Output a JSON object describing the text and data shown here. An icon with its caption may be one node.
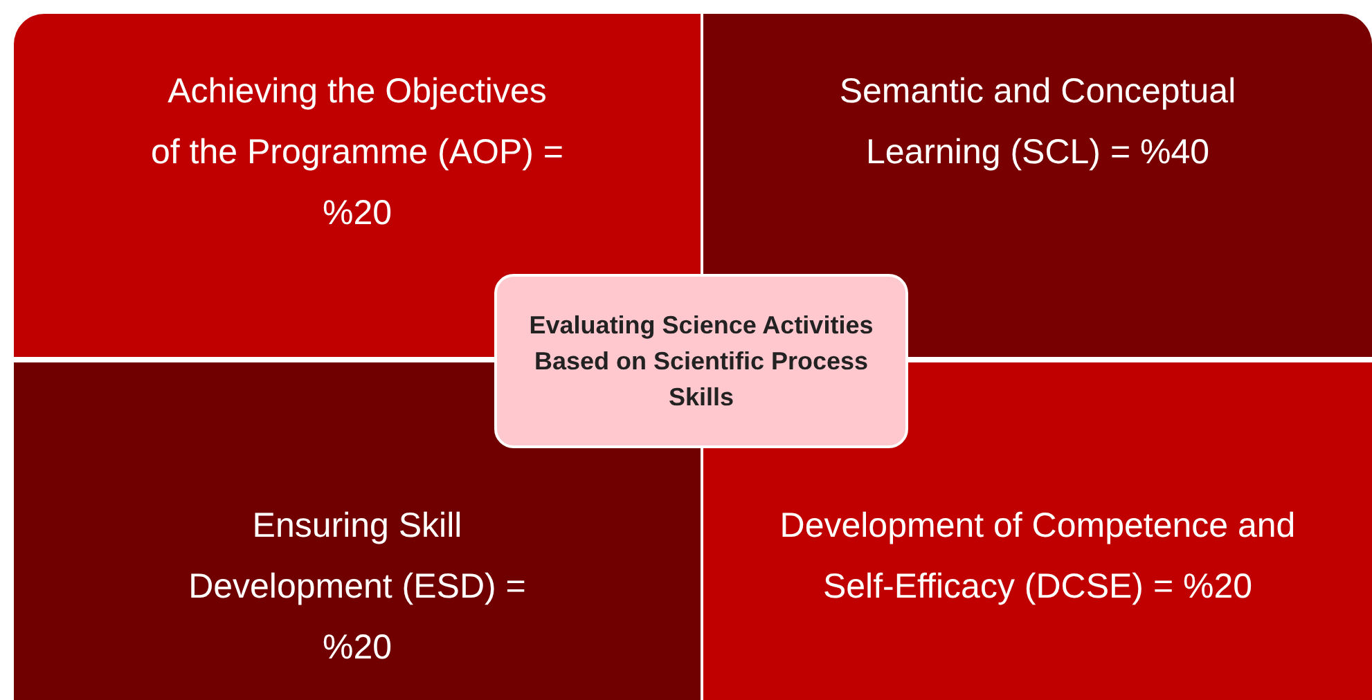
{
  "diagram": {
    "nodes": [
      {
        "text": [
          "Achieving the Objectives of the Programme (AOP) = %20"
        ]
      },
      {
        "text": [
          "Semantic and Conceptual Learning (SCL) = %40"
        ]
      },
      {
        "text": [
          "Ensuring Skill Development (ESD) = %20"
        ]
      },
      {
        "text": [
          "Development of Competence and Self-Efficacy (DCSE) = %20"
        ]
      },
      {
        "text": [
          "Evaluating Science Activities Based on Scientific Process Skills"
        ]
      }
    ]
  }
}
